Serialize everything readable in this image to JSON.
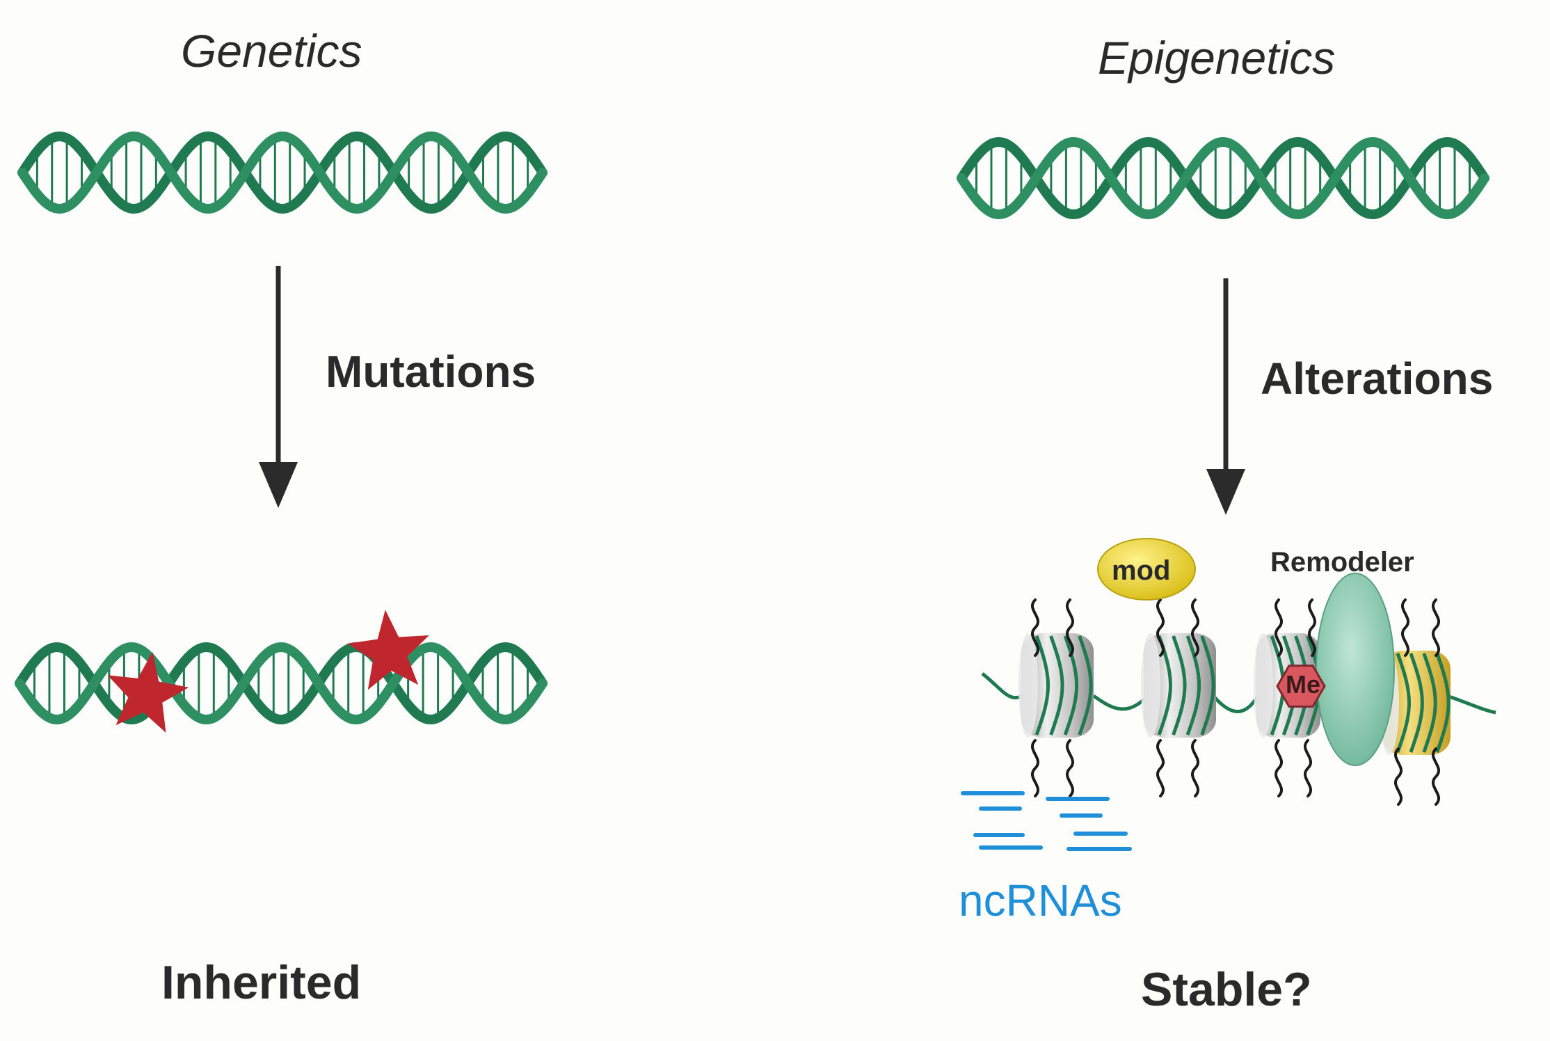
{
  "left_panel": {
    "title": "Genetics",
    "arrow_label": "Mutations",
    "outcome": "Inherited"
  },
  "right_panel": {
    "title": "Epigenetics",
    "arrow_label": "Alterations",
    "outcome": "Stable?",
    "mod_label": "mod",
    "remodeler_label": "Remodeler",
    "methyl_label": "Me",
    "ncrna_label": "ncRNAs"
  },
  "colors": {
    "dna_strand": "#1f7a52",
    "dna_rung": "#1f7a52",
    "mutation_star": "#c0262d",
    "arrow": "#2b2b2b",
    "mod_ellipse": "#e6cf2a",
    "remodeler": "#8cc7b2",
    "methyl_hexagon": "#d9585f",
    "ncrna": "#1e8fd8",
    "nucleosome_gray": "#c8c8c8",
    "nucleosome_yellow": "#e8c84c"
  }
}
